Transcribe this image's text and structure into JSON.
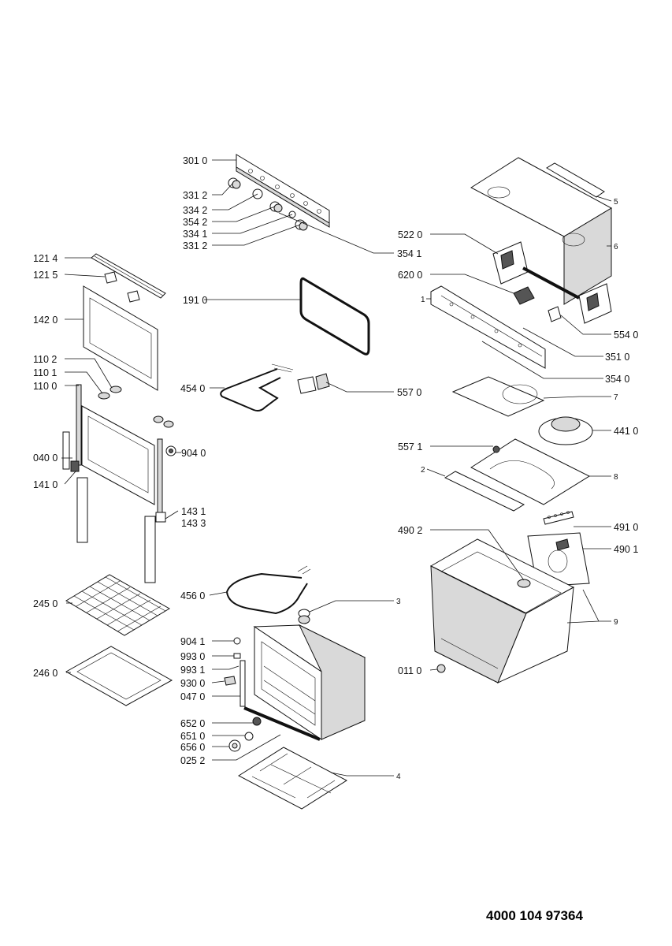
{
  "document_number": "4000 104 97364",
  "labels": {
    "l3010": "301 0",
    "l3312a": "331 2",
    "l3342": "334 2",
    "l3542": "354 2",
    "l3341": "334 1",
    "l3312b": "331 2",
    "l3541": "354 1",
    "l1214": "121 4",
    "l1215": "121 5",
    "l1420": "142 0",
    "l1910": "191 0",
    "l1102": "110 2",
    "l1101": "110 1",
    "l1100": "110 0",
    "l4540": "454 0",
    "l5570": "557 0",
    "l0400": "040 0",
    "l9040": "904 0",
    "l1410": "141 0",
    "l1431": "143 1",
    "l1433": "143 3",
    "l2450": "245 0",
    "l2460": "246 0",
    "l4560": "456 0",
    "l3": "3",
    "l9041": "904 1",
    "l9930": "993 0",
    "l9931": "993 1",
    "l9300": "930 0",
    "l0470": "047 0",
    "l6520": "652 0",
    "l6510": "651 0",
    "l6560": "656 0",
    "l0252": "025 2",
    "l4": "4",
    "l5": "5",
    "l6": "6",
    "l5220": "522 0",
    "l6200": "620 0",
    "l1": "1",
    "l5540": "554 0",
    "l3510": "351 0",
    "l3540": "354 0",
    "l7": "7",
    "l4410": "441 0",
    "l5571": "557 1",
    "l2": "2",
    "l8": "8",
    "l4902": "490 2",
    "l4910": "491 0",
    "l4901": "490 1",
    "l9": "9",
    "l0110": "011 0"
  }
}
